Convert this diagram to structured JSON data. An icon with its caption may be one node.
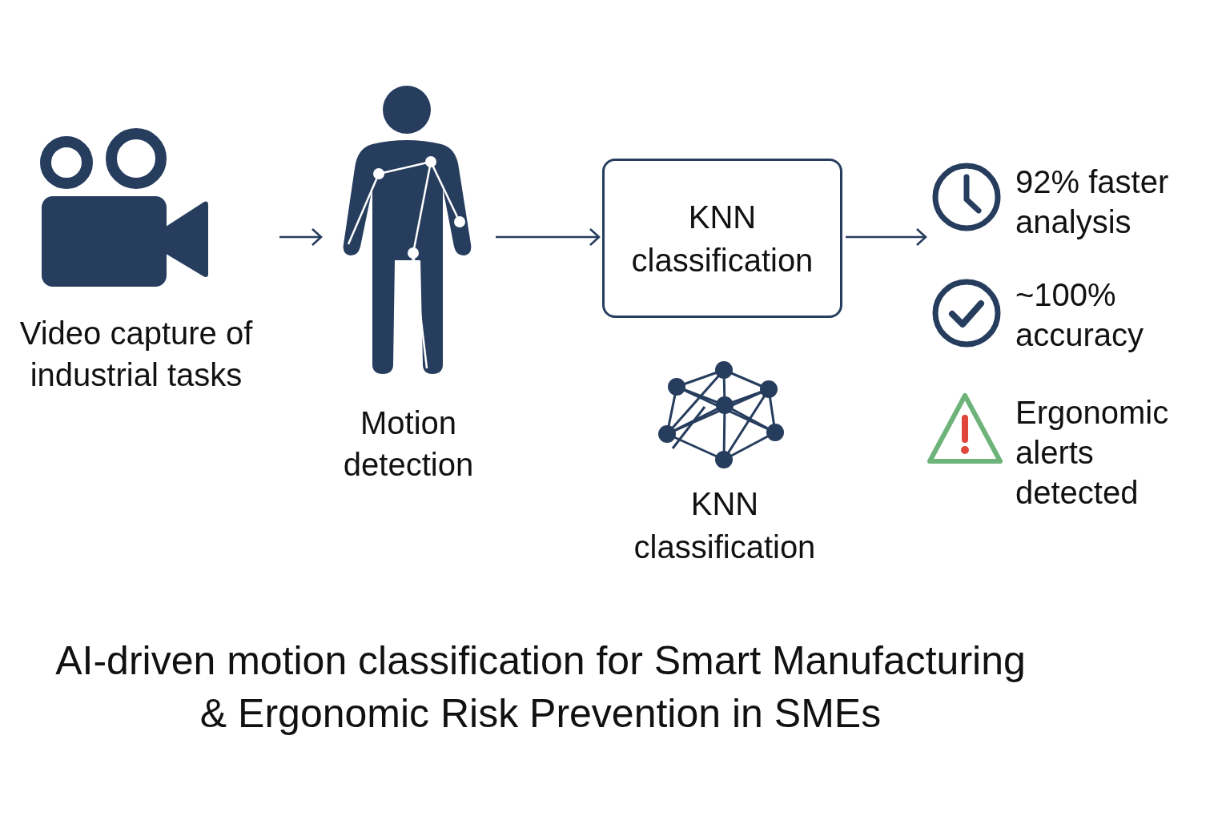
{
  "diagram": {
    "caption": "AI-driven motion classification for Smart Manufacturing & Ergonomic Risk Prevention in SMEs",
    "nodes": [
      {
        "text": [
          "Video capture of industrial tasks"
        ]
      },
      {
        "text": [
          "Motion detection"
        ]
      },
      {
        "text": [
          "KNN classification"
        ]
      },
      {
        "text": [
          "92% faster analysis"
        ]
      }
    ],
    "edges": [
      {
        "from": 0,
        "to": 1,
        "arrow": "to"
      },
      {
        "from": 1,
        "to": 2,
        "arrow": "to"
      },
      {
        "from": 2,
        "to": 3,
        "arrow": "to"
      }
    ],
    "labels": [
      "KNN classification",
      "~100% accuracy",
      "Ergonomic alerts detected"
    ]
  }
}
